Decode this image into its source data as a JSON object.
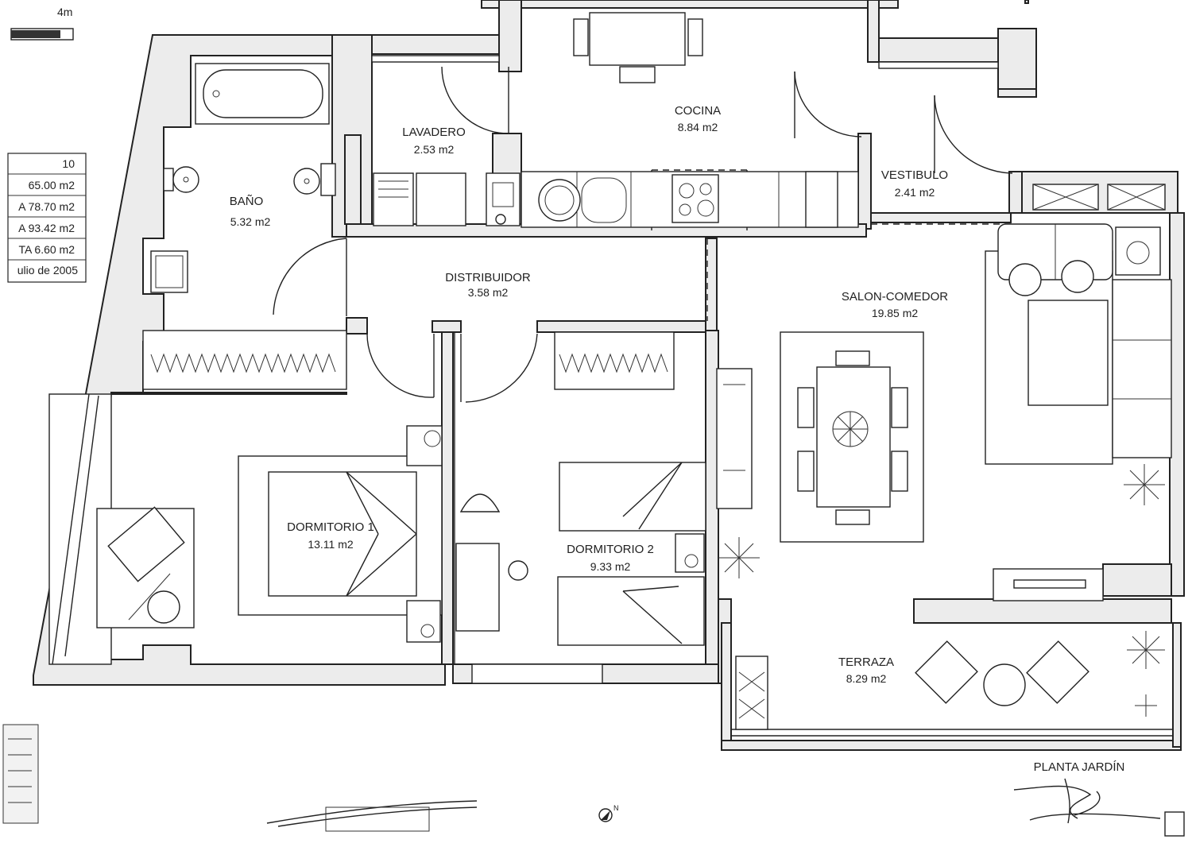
{
  "scale": {
    "label": "4m"
  },
  "legend_lines": [
    "10",
    "65.00 m2",
    "A 78.70 m2",
    "A 93.42 m2",
    "TA 6.60 m2",
    "ulio de 2005"
  ],
  "rooms": {
    "lavadero": {
      "name": "LAVADERO",
      "area": "2.53 m2"
    },
    "cocina": {
      "name": "COCINA",
      "area": "8.84 m2"
    },
    "vestibulo": {
      "name": "VESTIBULO",
      "area": "2.41 m2"
    },
    "bano": {
      "name": "BAÑO",
      "area": "5.32 m2"
    },
    "distribuidor": {
      "name": "DISTRIBUIDOR",
      "area": "3.58 m2"
    },
    "salon": {
      "name": "SALON-COMEDOR",
      "area": "19.85 m2"
    },
    "dormitorio1": {
      "name": "DORMITORIO 1",
      "area": "13.11 m2"
    },
    "dormitorio2": {
      "name": "DORMITORIO 2",
      "area": "9.33 m2"
    },
    "terraza": {
      "name": "TERRAZA",
      "area": "8.29 m2"
    }
  },
  "floor_label": "PLANTA JARDÍN",
  "compass": {
    "letter": "N"
  },
  "icons": [
    "bathtub-icon",
    "toilet-icon",
    "sink-icon",
    "washing-machine-icon",
    "stove-icon",
    "bed-icon",
    "armchair-icon",
    "dining-table-icon",
    "sofa-icon",
    "plant-icon",
    "compass-icon",
    "signature-icon"
  ]
}
